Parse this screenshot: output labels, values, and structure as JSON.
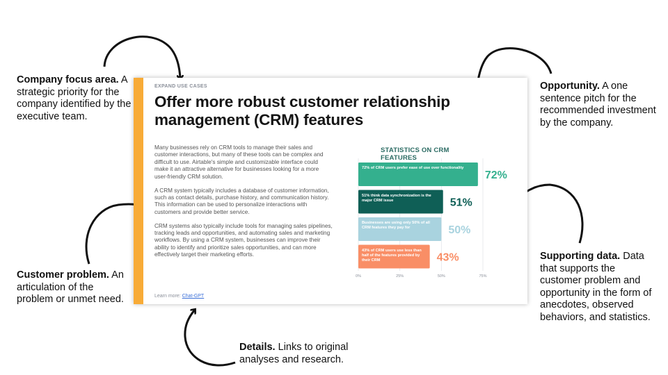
{
  "annotations": {
    "focus": {
      "title": "Company focus area.",
      "text": "A strategic priority for the company identified by the executive team."
    },
    "problem": {
      "title": "Customer problem.",
      "text": "An articulation of the problem or unmet need."
    },
    "opportunity": {
      "title": "Opportunity.",
      "text": "A one sentence pitch for the recommended investment by the company."
    },
    "supporting": {
      "title": "Supporting data.",
      "text": "Data that supports the customer problem and opportunity in the form of anecdotes, observed behaviors, and statistics."
    },
    "details": {
      "title": "Details.",
      "text": "Links to original analyses and research."
    }
  },
  "slide": {
    "eyebrow": "EXPAND USE CASES",
    "title": "Offer more robust customer relationship management (CRM) features",
    "paragraphs": [
      "Many businesses rely on CRM tools to manage their sales and customer interactions, but many of these tools can be complex and difficult to use. Airtable's simple and customizable interface could make it an attractive alternative for businesses looking for a more user-friendly CRM solution.",
      "A CRM system typically includes a database of customer information, such as contact details, purchase history, and communication history. This information can be used to personalize interactions with customers and provide better service.",
      "CRM systems also typically include tools for managing sales pipelines, tracking leads and opportunities, and automating sales and marketing workflows. By using a CRM system, businesses can improve their ability to identify and prioritize sales opportunities, and can more effectively target their marketing efforts."
    ],
    "learn_more_label": "Learn more:",
    "learn_more_link": "Chat-GPT"
  },
  "chart_data": {
    "type": "bar",
    "orientation": "horizontal",
    "title": "STATISTICS ON CRM FEATURES",
    "xlim": [
      0,
      75
    ],
    "xticks": [
      "0%",
      "25%",
      "50%",
      "75%"
    ],
    "bars": [
      {
        "label": "72% of CRM users prefer ease of use over functionality",
        "value": 72,
        "value_label": "72%",
        "color": "#34b08e",
        "label_color": "#34b08e"
      },
      {
        "label": "51% think data synchronization is the major CRM issue",
        "value": 51,
        "value_label": "51%",
        "color": "#0f5f56",
        "label_color": "#0f5f56"
      },
      {
        "label": "Businesses are using only 50% of all CRM features they pay for",
        "value": 50,
        "value_label": "50%",
        "color": "#a9d3df",
        "label_color": "#a9d3df"
      },
      {
        "label": "43% of CRM users use less than half of the features provided by their CRM",
        "value": 43,
        "value_label": "43%",
        "color": "#f98e66",
        "label_color": "#f98e66"
      }
    ],
    "grid": true
  }
}
